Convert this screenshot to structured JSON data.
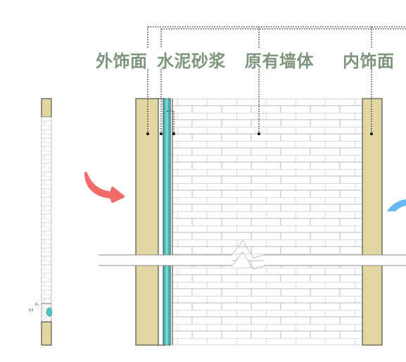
{
  "labels": {
    "exterior_finish": "外饰面",
    "cement_mortar": "水泥砂浆",
    "existing_wall": "原有墙体",
    "interior_finish": "内饰面"
  },
  "thumbnail": {
    "mark_top": "R₁",
    "mark_bottom": "R3"
  },
  "colors": {
    "finish_fill": "#e2d6a2",
    "insulation_fill": "#4fc4c2",
    "brick_line": "#b9b9b9",
    "label_text": "#7d957d",
    "arrow_red": "#f26a6a",
    "arrow_blue": "#63b8f0"
  }
}
